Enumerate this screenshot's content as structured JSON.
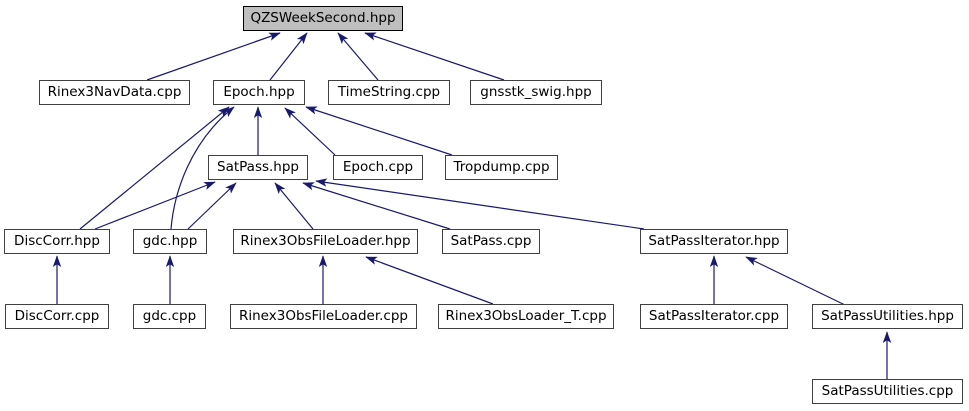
{
  "graph": {
    "kind": "include-dependency-graph",
    "colors": {
      "arrow": "#191970",
      "node_border": "#404040",
      "node_fill": "#ffffff",
      "highlight_fill": "#bfbfbf",
      "background": "#ffffff"
    },
    "nodes": [
      {
        "id": "QZSWeekSecond.hpp",
        "label": "QZSWeekSecond.hpp",
        "highlighted": true
      },
      {
        "id": "Rinex3NavData.cpp",
        "label": "Rinex3NavData.cpp",
        "highlighted": false
      },
      {
        "id": "Epoch.hpp",
        "label": "Epoch.hpp",
        "highlighted": false
      },
      {
        "id": "TimeString.cpp",
        "label": "TimeString.cpp",
        "highlighted": false
      },
      {
        "id": "gnsstk_swig.hpp",
        "label": "gnsstk_swig.hpp",
        "highlighted": false
      },
      {
        "id": "SatPass.hpp",
        "label": "SatPass.hpp",
        "highlighted": false
      },
      {
        "id": "Epoch.cpp",
        "label": "Epoch.cpp",
        "highlighted": false
      },
      {
        "id": "Tropdump.cpp",
        "label": "Tropdump.cpp",
        "highlighted": false
      },
      {
        "id": "DiscCorr.hpp",
        "label": "DiscCorr.hpp",
        "highlighted": false
      },
      {
        "id": "gdc.hpp",
        "label": "gdc.hpp",
        "highlighted": false
      },
      {
        "id": "Rinex3ObsFileLoader.hpp",
        "label": "Rinex3ObsFileLoader.hpp",
        "highlighted": false
      },
      {
        "id": "SatPass.cpp",
        "label": "SatPass.cpp",
        "highlighted": false
      },
      {
        "id": "SatPassIterator.hpp",
        "label": "SatPassIterator.hpp",
        "highlighted": false
      },
      {
        "id": "DiscCorr.cpp",
        "label": "DiscCorr.cpp",
        "highlighted": false
      },
      {
        "id": "gdc.cpp",
        "label": "gdc.cpp",
        "highlighted": false
      },
      {
        "id": "Rinex3ObsFileLoader.cpp",
        "label": "Rinex3ObsFileLoader.cpp",
        "highlighted": false
      },
      {
        "id": "Rinex3ObsLoader_T.cpp",
        "label": "Rinex3ObsLoader_T.cpp",
        "highlighted": false
      },
      {
        "id": "SatPassIterator.cpp",
        "label": "SatPassIterator.cpp",
        "highlighted": false
      },
      {
        "id": "SatPassUtilities.hpp",
        "label": "SatPassUtilities.hpp",
        "highlighted": false
      },
      {
        "id": "SatPassUtilities.cpp",
        "label": "SatPassUtilities.cpp",
        "highlighted": false
      }
    ],
    "edges": [
      {
        "from": "Rinex3NavData.cpp",
        "to": "QZSWeekSecond.hpp"
      },
      {
        "from": "Epoch.hpp",
        "to": "QZSWeekSecond.hpp"
      },
      {
        "from": "TimeString.cpp",
        "to": "QZSWeekSecond.hpp"
      },
      {
        "from": "gnsstk_swig.hpp",
        "to": "QZSWeekSecond.hpp"
      },
      {
        "from": "SatPass.hpp",
        "to": "Epoch.hpp"
      },
      {
        "from": "Epoch.cpp",
        "to": "Epoch.hpp"
      },
      {
        "from": "Tropdump.cpp",
        "to": "Epoch.hpp"
      },
      {
        "from": "DiscCorr.hpp",
        "to": "Epoch.hpp"
      },
      {
        "from": "gdc.hpp",
        "to": "Epoch.hpp"
      },
      {
        "from": "DiscCorr.hpp",
        "to": "SatPass.hpp"
      },
      {
        "from": "gdc.hpp",
        "to": "SatPass.hpp"
      },
      {
        "from": "Rinex3ObsFileLoader.hpp",
        "to": "SatPass.hpp"
      },
      {
        "from": "SatPass.cpp",
        "to": "SatPass.hpp"
      },
      {
        "from": "SatPassIterator.hpp",
        "to": "SatPass.hpp"
      },
      {
        "from": "DiscCorr.cpp",
        "to": "DiscCorr.hpp"
      },
      {
        "from": "gdc.cpp",
        "to": "gdc.hpp"
      },
      {
        "from": "Rinex3ObsFileLoader.cpp",
        "to": "Rinex3ObsFileLoader.hpp"
      },
      {
        "from": "Rinex3ObsLoader_T.cpp",
        "to": "Rinex3ObsFileLoader.hpp"
      },
      {
        "from": "SatPassIterator.cpp",
        "to": "SatPassIterator.hpp"
      },
      {
        "from": "SatPassUtilities.hpp",
        "to": "SatPassIterator.hpp"
      },
      {
        "from": "SatPassUtilities.cpp",
        "to": "SatPassUtilities.hpp"
      }
    ]
  }
}
